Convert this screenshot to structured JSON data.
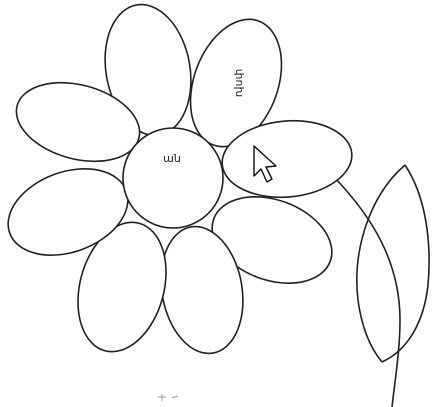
{
  "flower": {
    "petals": [
      {
        "id": "petal-top-left",
        "label": ""
      },
      {
        "id": "petal-top-right",
        "label": "փոխ"
      },
      {
        "id": "petal-right-upper",
        "label": ""
      },
      {
        "id": "petal-right-lower",
        "label": ""
      },
      {
        "id": "petal-bottom-right",
        "label": ""
      },
      {
        "id": "petal-bottom-left",
        "label": ""
      },
      {
        "id": "petal-left-lower",
        "label": ""
      },
      {
        "id": "petal-left-upper",
        "label": ""
      }
    ],
    "center_label": "ան"
  },
  "colors": {
    "stroke": "#222222",
    "fill": "#ffffff"
  },
  "cursor": {
    "icon": "arrow-pointer-icon"
  }
}
